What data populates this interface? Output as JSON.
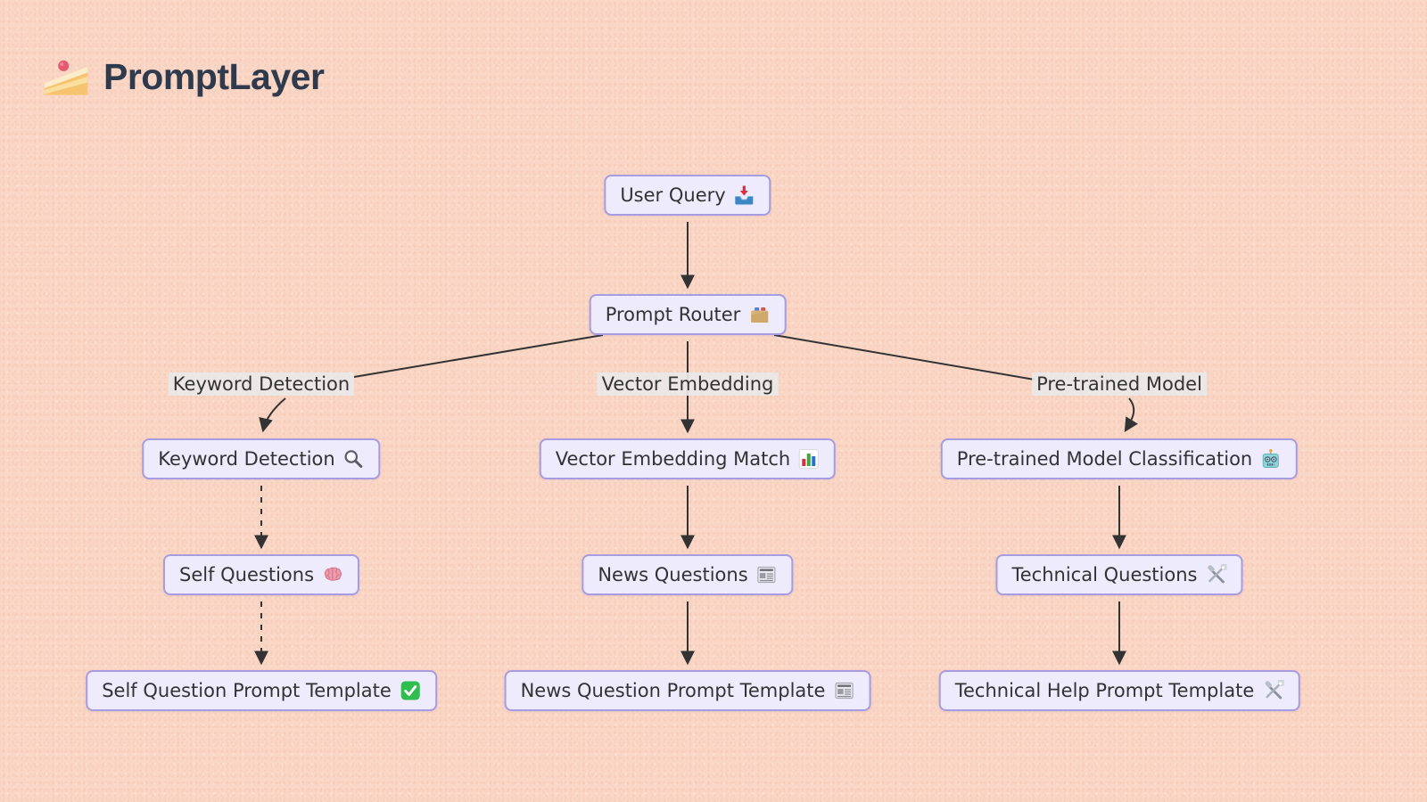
{
  "brand": {
    "name": "PromptLayer",
    "logo_icon": "cake-slice"
  },
  "colors": {
    "background": "#f9d6c5",
    "node_fill": "#edebfc",
    "node_border": "#a79ce2",
    "node_text": "#333333",
    "edge_label_bg": "#e8e8e8",
    "edge_color": "#333333",
    "brand_text": "#2f3b4d"
  },
  "diagram": {
    "type": "flowchart",
    "nodes": {
      "user_query": {
        "label": "User Query",
        "icon": "inbox-tray"
      },
      "prompt_router": {
        "label": "Prompt Router",
        "icon": "card-index-dividers"
      },
      "keyword_detection": {
        "label": "Keyword Detection",
        "icon": "magnifying-glass"
      },
      "vector_embedding_match": {
        "label": "Vector Embedding Match",
        "icon": "bar-chart"
      },
      "pretrained_model_classification": {
        "label": "Pre-trained Model Classification",
        "icon": "robot"
      },
      "self_questions": {
        "label": "Self Questions",
        "icon": "brain"
      },
      "news_questions": {
        "label": "News Questions",
        "icon": "newspaper"
      },
      "technical_questions": {
        "label": "Technical Questions",
        "icon": "hammer-and-wrench"
      },
      "self_question_prompt_template": {
        "label": "Self Question Prompt Template",
        "icon": "check-mark-button"
      },
      "news_question_prompt_template": {
        "label": "News Question Prompt Template",
        "icon": "newspaper"
      },
      "technical_help_prompt_template": {
        "label": "Technical Help Prompt Template",
        "icon": "hammer-and-wrench"
      }
    },
    "edge_labels": {
      "keyword_detection": "Keyword Detection",
      "vector_embedding": "Vector Embedding",
      "pretrained_model": "Pre-trained Model"
    },
    "edges": [
      {
        "from": "User Query",
        "to": "Prompt Router",
        "style": "solid"
      },
      {
        "from": "Prompt Router",
        "to": "Keyword Detection",
        "label": "Keyword Detection",
        "style": "solid"
      },
      {
        "from": "Prompt Router",
        "to": "Vector Embedding Match",
        "label": "Vector Embedding",
        "style": "solid"
      },
      {
        "from": "Prompt Router",
        "to": "Pre-trained Model Classification",
        "label": "Pre-trained Model",
        "style": "solid"
      },
      {
        "from": "Keyword Detection",
        "to": "Self Questions",
        "style": "dashed"
      },
      {
        "from": "Self Questions",
        "to": "Self Question Prompt Template",
        "style": "dashed"
      },
      {
        "from": "Vector Embedding Match",
        "to": "News Questions",
        "style": "solid"
      },
      {
        "from": "News Questions",
        "to": "News Question Prompt Template",
        "style": "solid"
      },
      {
        "from": "Pre-trained Model Classification",
        "to": "Technical Questions",
        "style": "solid"
      },
      {
        "from": "Technical Questions",
        "to": "Technical Help Prompt Template",
        "style": "solid"
      }
    ]
  }
}
